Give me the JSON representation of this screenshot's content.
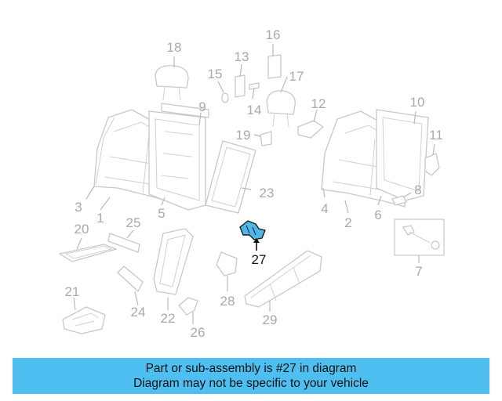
{
  "callouts": {
    "c1": "1",
    "c2": "2",
    "c3": "3",
    "c4": "4",
    "c5": "5",
    "c6": "6",
    "c7": "7",
    "c8": "8",
    "c9": "9",
    "c10": "10",
    "c11": "11",
    "c12": "12",
    "c13": "13",
    "c14": "14",
    "c15": "15",
    "c16": "16",
    "c17": "17",
    "c18": "18",
    "c19": "19",
    "c20": "20",
    "c21": "21",
    "c22": "22",
    "c23": "23",
    "c24": "24",
    "c25": "25",
    "c26": "26",
    "c27": "27",
    "c28": "28",
    "c29": "29"
  },
  "highlighted_part": "27",
  "colors": {
    "highlight_fill": "#4fb6e6",
    "banner_bg": "#4fbff2",
    "part_line": "#c8c8c8",
    "callout_text": "#a9a9a9"
  },
  "banner": {
    "line1": "Part or sub-assembly is #27 in diagram",
    "line2": "Diagram may not be specific to your vehicle"
  }
}
